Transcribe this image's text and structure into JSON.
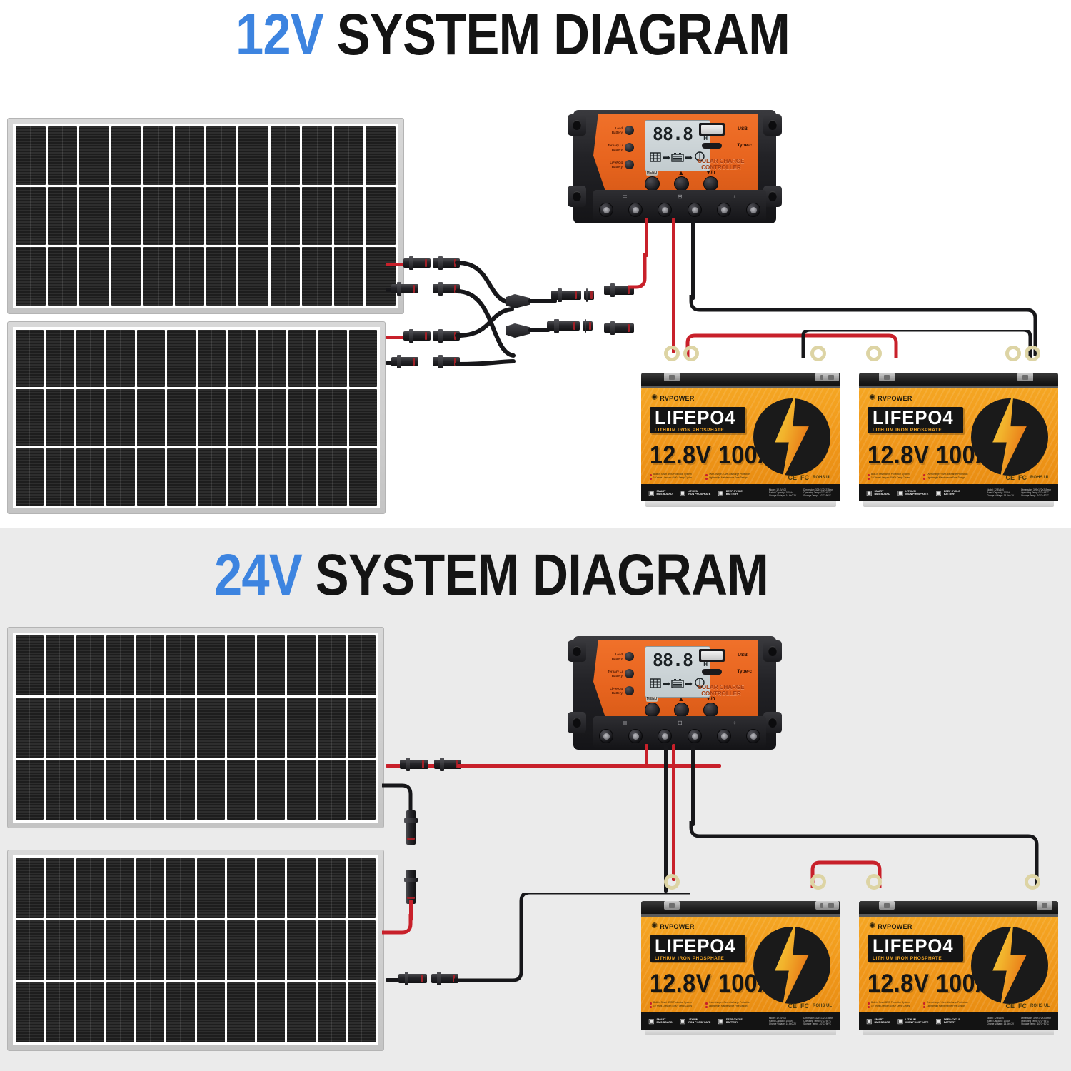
{
  "sections": [
    {
      "id": "12v",
      "title_volt": "12V",
      "title_rest": " SYSTEM DIAGRAM",
      "wiring": "parallel",
      "background": "#ffffff"
    },
    {
      "id": "24v",
      "title_volt": "24V",
      "title_rest": " SYSTEM DIAGRAM",
      "wiring": "series",
      "background": "#ebebeb"
    }
  ],
  "colors": {
    "accent_blue": "#3d84e0",
    "title_black": "#141414",
    "wire_red": "#c8202a",
    "wire_black": "#17171a",
    "controller_orange": "#e8651f",
    "battery_orange": "#f5a623",
    "panel_frame": "#cfcfcf",
    "lug_brass": "#ddd4a4"
  },
  "solar_panel": {
    "name": "solar-panel",
    "cell_columns": 12,
    "cell_rows": 3,
    "frame_color": "#cfcfcf"
  },
  "controller": {
    "name": "solar-charge-controller",
    "brand_line1": "SOLAR CHARGE",
    "brand_line2": "CONTROLLER",
    "lcd": {
      "digits": "88.8",
      "unit_top": "V",
      "unit_bottom": "H",
      "icon_panel": "solar-panel-icon",
      "icon_battery": "battery-icon",
      "icon_load": "lamp-icon",
      "arrow": "➡"
    },
    "modes": [
      {
        "label_line1": "Lead",
        "label_line2": "Battery"
      },
      {
        "label_line1": "Ternary Li",
        "label_line2": "Battery"
      },
      {
        "label_line1": "LiFePO4",
        "label_line2": "Battery"
      }
    ],
    "buttons": [
      {
        "name": "menu-button",
        "cap": "MENU"
      },
      {
        "name": "up-button",
        "cap": "▲"
      },
      {
        "name": "down-button",
        "cap": "▼/0"
      }
    ],
    "ports": [
      {
        "name": "usb-port",
        "label": "USB"
      },
      {
        "name": "type-c-port",
        "label": "Type-c"
      }
    ],
    "terminal_groups": [
      {
        "name": "pv-terminals",
        "icon": "solar-panel-icon"
      },
      {
        "name": "battery-terminals",
        "icon": "battery-icon"
      },
      {
        "name": "load-terminals",
        "icon": "lamp-icon"
      }
    ],
    "terminal_count": 6
  },
  "battery": {
    "name": "lifepo4-battery",
    "brand": "RVPOWER",
    "sun_mark": "✺",
    "model_main": "LIFEPO4",
    "model_sub": "LITHIUM IRON PHOSPHATE",
    "capacity": "12.8V 100Ah",
    "bullets": [
      "Built-in Smart BMS Protection System",
      "Over-charge / Over-discharge Protection",
      "10 Years Lifespan 4000+ Deep Cycles",
      "Lightweight Maintenance Free Design"
    ],
    "certs": [
      "CE",
      "FC",
      "✓"
    ],
    "cert_sub": "ROHS UL",
    "features": [
      {
        "icon": "bms-icon",
        "line1": "SMART",
        "line2": "BMS BOARD"
      },
      {
        "icon": "lithium-icon",
        "line1": "LITHIUM",
        "line2": "IRON PHOSPHATE"
      },
      {
        "icon": "cycle-icon",
        "line1": "DEEP CYCLE",
        "line2": "BATTERY"
      }
    ],
    "specs_left": [
      "Model: 12.8V100",
      "Rated Capacity: 100Ah",
      "Charge Voltage: 14.6±0.2V",
      "Charge Current: 50A MAX"
    ],
    "specs_right": [
      "Dimension: 329×172×215mm",
      "Operating Temp: 0°C~45°C",
      "Storage Temp: -10°C~50°C"
    ]
  },
  "connectors": {
    "mc4": "mc4-connector",
    "y_branch": "y-branch-connector",
    "ring_terminal": "ring-terminal"
  }
}
